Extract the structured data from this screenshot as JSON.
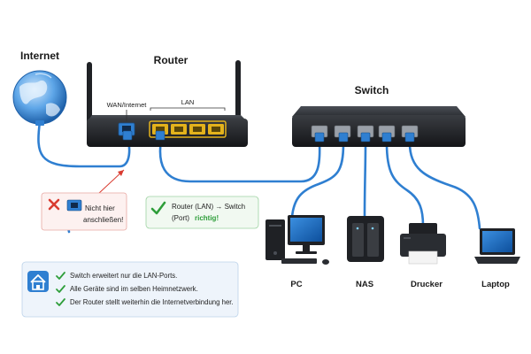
{
  "labels": {
    "internet": "Internet",
    "router": "Router",
    "switch": "Switch",
    "wan": "WAN/Internet",
    "lan": "LAN"
  },
  "devices": [
    {
      "id": "pc",
      "label": "PC",
      "icon": "desktop-pc-icon"
    },
    {
      "id": "nas",
      "label": "NAS",
      "icon": "nas-icon"
    },
    {
      "id": "printer",
      "label": "Drucker",
      "icon": "printer-icon"
    },
    {
      "id": "laptop",
      "label": "Laptop",
      "icon": "laptop-icon"
    }
  ],
  "wrong_note": {
    "line1": "Nicht hier",
    "line2": "anschließen!",
    "icon": "red-x-icon",
    "color": "#d93b30"
  },
  "correct_note": {
    "line1": "Router (LAN) → Switch",
    "line2_prefix": "(Port)",
    "line2_highlight": "richtig!",
    "icon": "green-check-icon",
    "color": "#2e9e3a"
  },
  "info_box": {
    "icon": "home-network-icon",
    "items": [
      "Switch erweitert nur die LAN-Ports.",
      "Alle Geräte sind im selben Heimnetzwerk.",
      "Der Router stellt weiterhin die Internetverbindung her."
    ]
  },
  "colors": {
    "cable": "#2f7fd1",
    "lan_ports": "#e3b21c",
    "wan_port": "#2f7fd1",
    "device_body": "#222428",
    "check": "#2e9e3a",
    "cross": "#d93b30"
  }
}
